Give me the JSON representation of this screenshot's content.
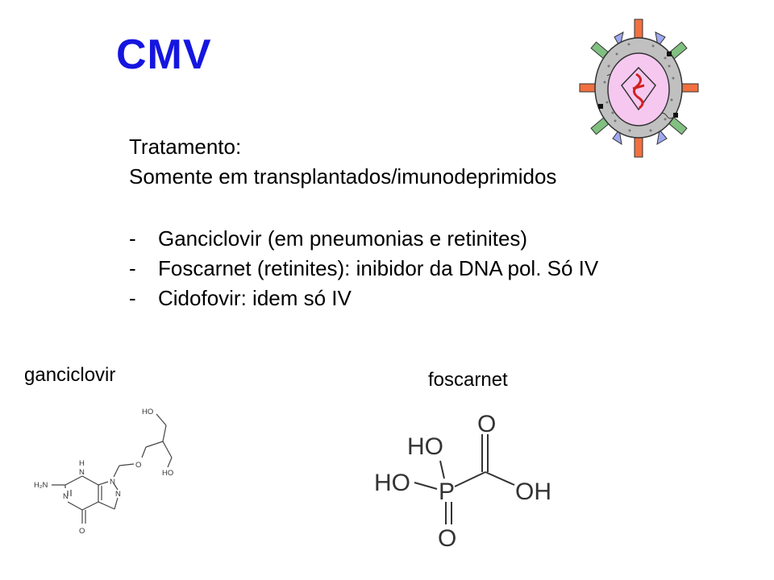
{
  "slide": {
    "title": "CMV",
    "treatment_heading": "Tratamento:",
    "treatment_scope": "Somente em transplantados/imunodeprimidos",
    "bullets": [
      {
        "dash": "-",
        "text": "Ganciclovir (em pneumonias e retinites)"
      },
      {
        "dash": "-",
        "text": "Foscarnet (retinites):  inibidor da DNA pol. Só IV"
      },
      {
        "dash": "-",
        "text": "Cidofovir: idem só IV"
      }
    ]
  },
  "figures": {
    "ganciclovir": {
      "label": "ganciclovir",
      "atoms": {
        "ho_top": "HO",
        "ho_bottom": "HO",
        "o_ether": "O",
        "n9": "N",
        "n7": "N",
        "n3": "N",
        "h_n1": "H",
        "n1": "N",
        "nh2": "H₂N",
        "o_carbonyl": "O"
      }
    },
    "foscarnet": {
      "label": "foscarnet",
      "atoms": {
        "o_top": "O",
        "ho_upper": "HO",
        "ho_left": "HO",
        "p": "P",
        "oh": "OH",
        "o_bottom": "O"
      }
    }
  },
  "colors": {
    "title": "#1515e0",
    "virus_envelope": "#c0c0c0",
    "virus_core": "#f6c8f0",
    "virus_spike_orange": "#f07040",
    "virus_spike_green": "#80c080",
    "virus_spike_blue": "#a0a8f0",
    "virus_dna": "#d02020"
  },
  "icons": {
    "virus": "cmv-virion-icon"
  }
}
